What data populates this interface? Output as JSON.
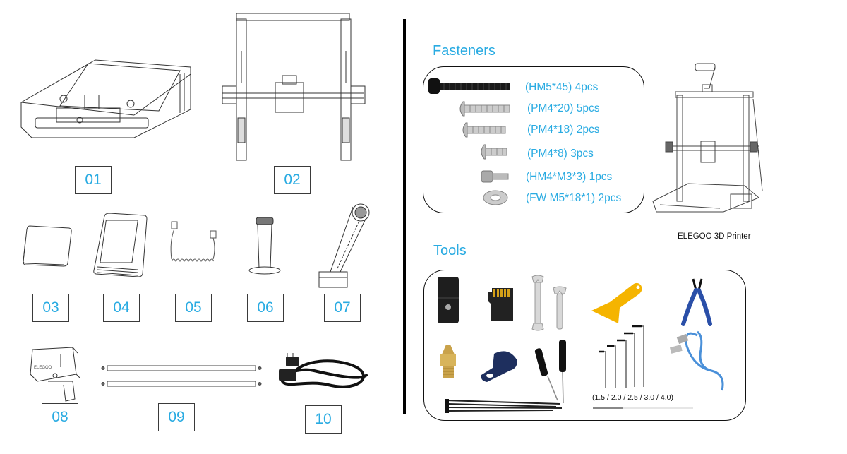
{
  "parts": [
    {
      "id": "01",
      "label": "01",
      "depicts": "print bed base assembly"
    },
    {
      "id": "02",
      "label": "02",
      "depicts": "gantry frame with print head"
    },
    {
      "id": "03",
      "label": "03",
      "depicts": "cover plate"
    },
    {
      "id": "04",
      "label": "04",
      "depicts": "touch display screen"
    },
    {
      "id": "05",
      "label": "05",
      "depicts": "coiled display cable"
    },
    {
      "id": "06",
      "label": "06",
      "depicts": "spool holder tube"
    },
    {
      "id": "07",
      "label": "07",
      "depicts": "spool holder arm"
    },
    {
      "id": "08",
      "label": "08",
      "depicts": "filament runout sensor bracket"
    },
    {
      "id": "09",
      "label": "09",
      "depicts": "support rods"
    },
    {
      "id": "10",
      "label": "10",
      "depicts": "power cord"
    }
  ],
  "fasteners": {
    "title": "Fasteners",
    "items": [
      {
        "spec": "(HM5*45)",
        "qty": "4pcs",
        "text": "(HM5*45)  4pcs"
      },
      {
        "spec": "(PM4*20)",
        "qty": "5pcs",
        "text": "(PM4*20)  5pcs"
      },
      {
        "spec": "(PM4*18)",
        "qty": "2pcs",
        "text": "(PM4*18)  2pcs"
      },
      {
        "spec": "(PM4*8)",
        "qty": "3pcs",
        "text": "(PM4*8)  3pcs"
      },
      {
        "spec": "(HM4*M3*3)",
        "qty": "1pcs",
        "text": "(HM4*M3*3)  1pcs"
      },
      {
        "spec": "(FW M5*18*1)",
        "qty": "2pcs",
        "text": "(FW M5*18*1)  2pcs"
      }
    ]
  },
  "printer": {
    "caption": "ELEGOO 3D Printer"
  },
  "tools": {
    "title": "Tools",
    "items": [
      "card-reader",
      "micro-sd-card",
      "wrenches",
      "scraper",
      "side-cutter-pliers",
      "nozzle",
      "cable-clip",
      "screwdrivers",
      "hex-keys",
      "usb-cable",
      "cable-ties",
      "needle"
    ],
    "hex_key_sizes": "(1.5 / 2.0 / 2.5 / 3.0 / 4.0)"
  },
  "colors": {
    "accent": "#29abe2",
    "divider": "#000000",
    "scraper": "#f5b400",
    "pliers": "#2a4fa8",
    "usb": "#4a90d9",
    "brass": "#c9a24a"
  }
}
